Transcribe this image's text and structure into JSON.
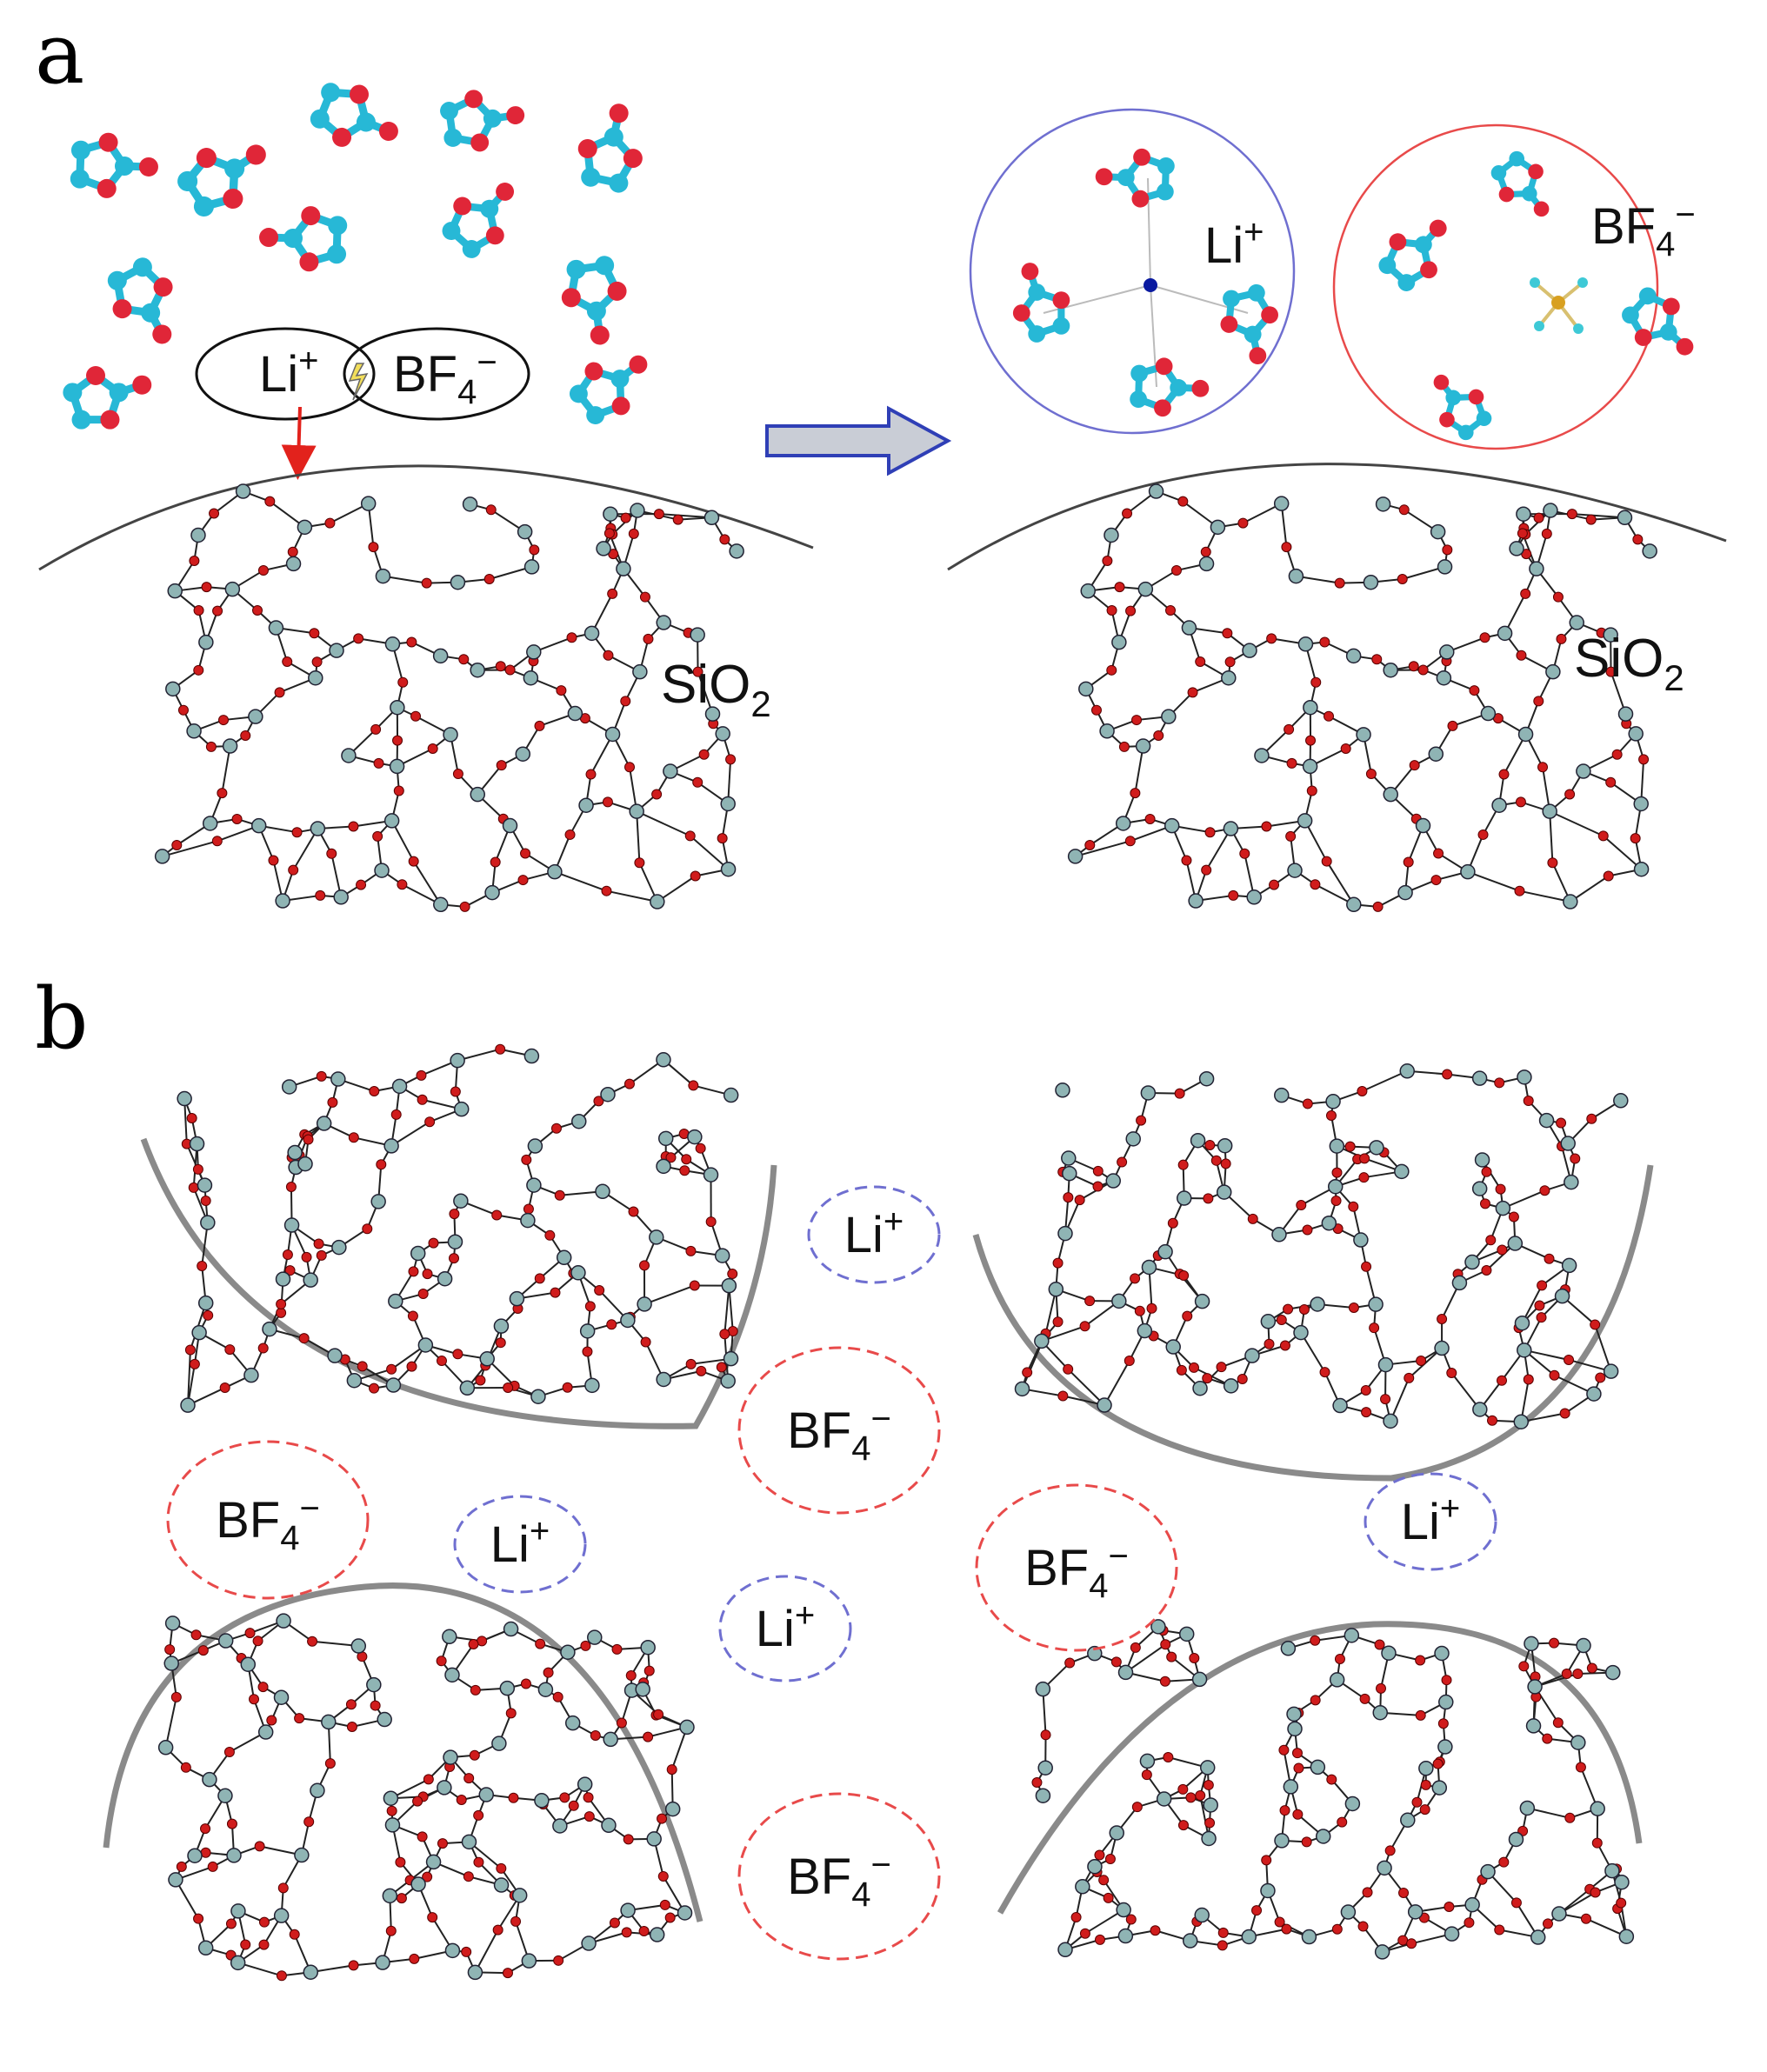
{
  "panels": {
    "a": {
      "label": "a",
      "left_pair": {
        "cation": "Li",
        "cation_charge": "+",
        "anion": "BF",
        "anion_sub": "4",
        "anion_charge": "−"
      },
      "substrate_left": {
        "text": "SiO",
        "sub": "2"
      },
      "substrate_right": {
        "text": "SiO",
        "sub": "2"
      },
      "solvated_cation": {
        "ion": "Li",
        "charge": "+"
      },
      "solvated_anion": {
        "ion": "BF",
        "sub": "4",
        "charge": "−"
      }
    },
    "b": {
      "label": "b",
      "ions": [
        {
          "ion": "Li",
          "sub": "",
          "charge": "+",
          "kind": "cation"
        },
        {
          "ion": "BF",
          "sub": "4",
          "charge": "−",
          "kind": "anion"
        },
        {
          "ion": "BF",
          "sub": "4",
          "charge": "−",
          "kind": "anion"
        },
        {
          "ion": "Li",
          "sub": "",
          "charge": "+",
          "kind": "cation"
        },
        {
          "ion": "Li",
          "sub": "",
          "charge": "+",
          "kind": "cation"
        },
        {
          "ion": "BF",
          "sub": "4",
          "charge": "−",
          "kind": "anion"
        },
        {
          "ion": "Li",
          "sub": "",
          "charge": "+",
          "kind": "cation"
        },
        {
          "ion": "BF",
          "sub": "4",
          "charge": "−",
          "kind": "anion"
        }
      ]
    }
  },
  "colors": {
    "solvent_carbon": "#27b8d6",
    "solvent_oxygen": "#e02638",
    "si_atom": "#8fb4b4",
    "o_atom": "#d01c1c",
    "bond": "#222222",
    "cation_circle": "#6f6fd0",
    "anion_circle": "#e84a4a",
    "surface_line": "#8a8a8a",
    "arrow_fill": "#c9cdd6",
    "arrow_stroke": "#2f3fb6",
    "li_atom": "#0a1aa0",
    "boron": "#d8a020",
    "fluorine": "#3ec9d6"
  }
}
